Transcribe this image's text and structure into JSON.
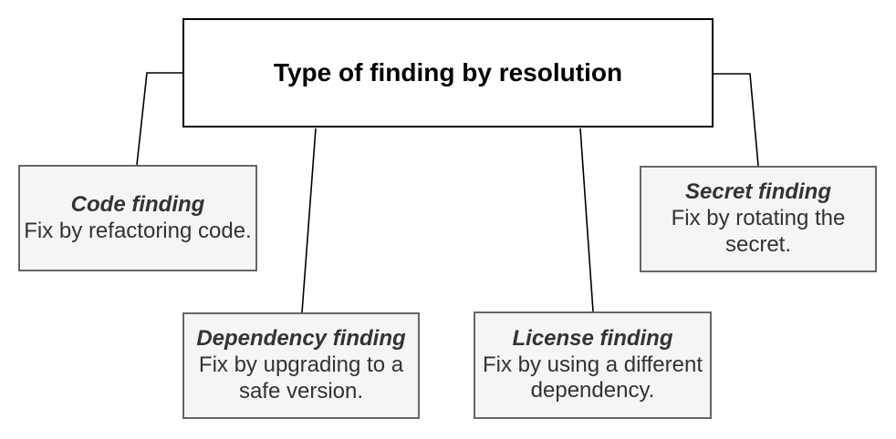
{
  "diagram": {
    "root": {
      "label": "Type of finding by resolution"
    },
    "nodes": [
      {
        "title": "Code finding",
        "description": "Fix by refactoring code."
      },
      {
        "title": "Dependency finding",
        "description": "Fix by upgrading to a safe version."
      },
      {
        "title": "License finding",
        "description": "Fix by using a different dependency."
      },
      {
        "title": "Secret finding",
        "description": "Fix by rotating the secret."
      }
    ],
    "colors": {
      "background": "#ffffff",
      "root_fill": "#ffffff",
      "root_border": "#000000",
      "root_text": "#000000",
      "node_fill": "#f5f5f5",
      "node_border": "#666666",
      "node_text": "#333333",
      "connector": "#000000"
    }
  }
}
